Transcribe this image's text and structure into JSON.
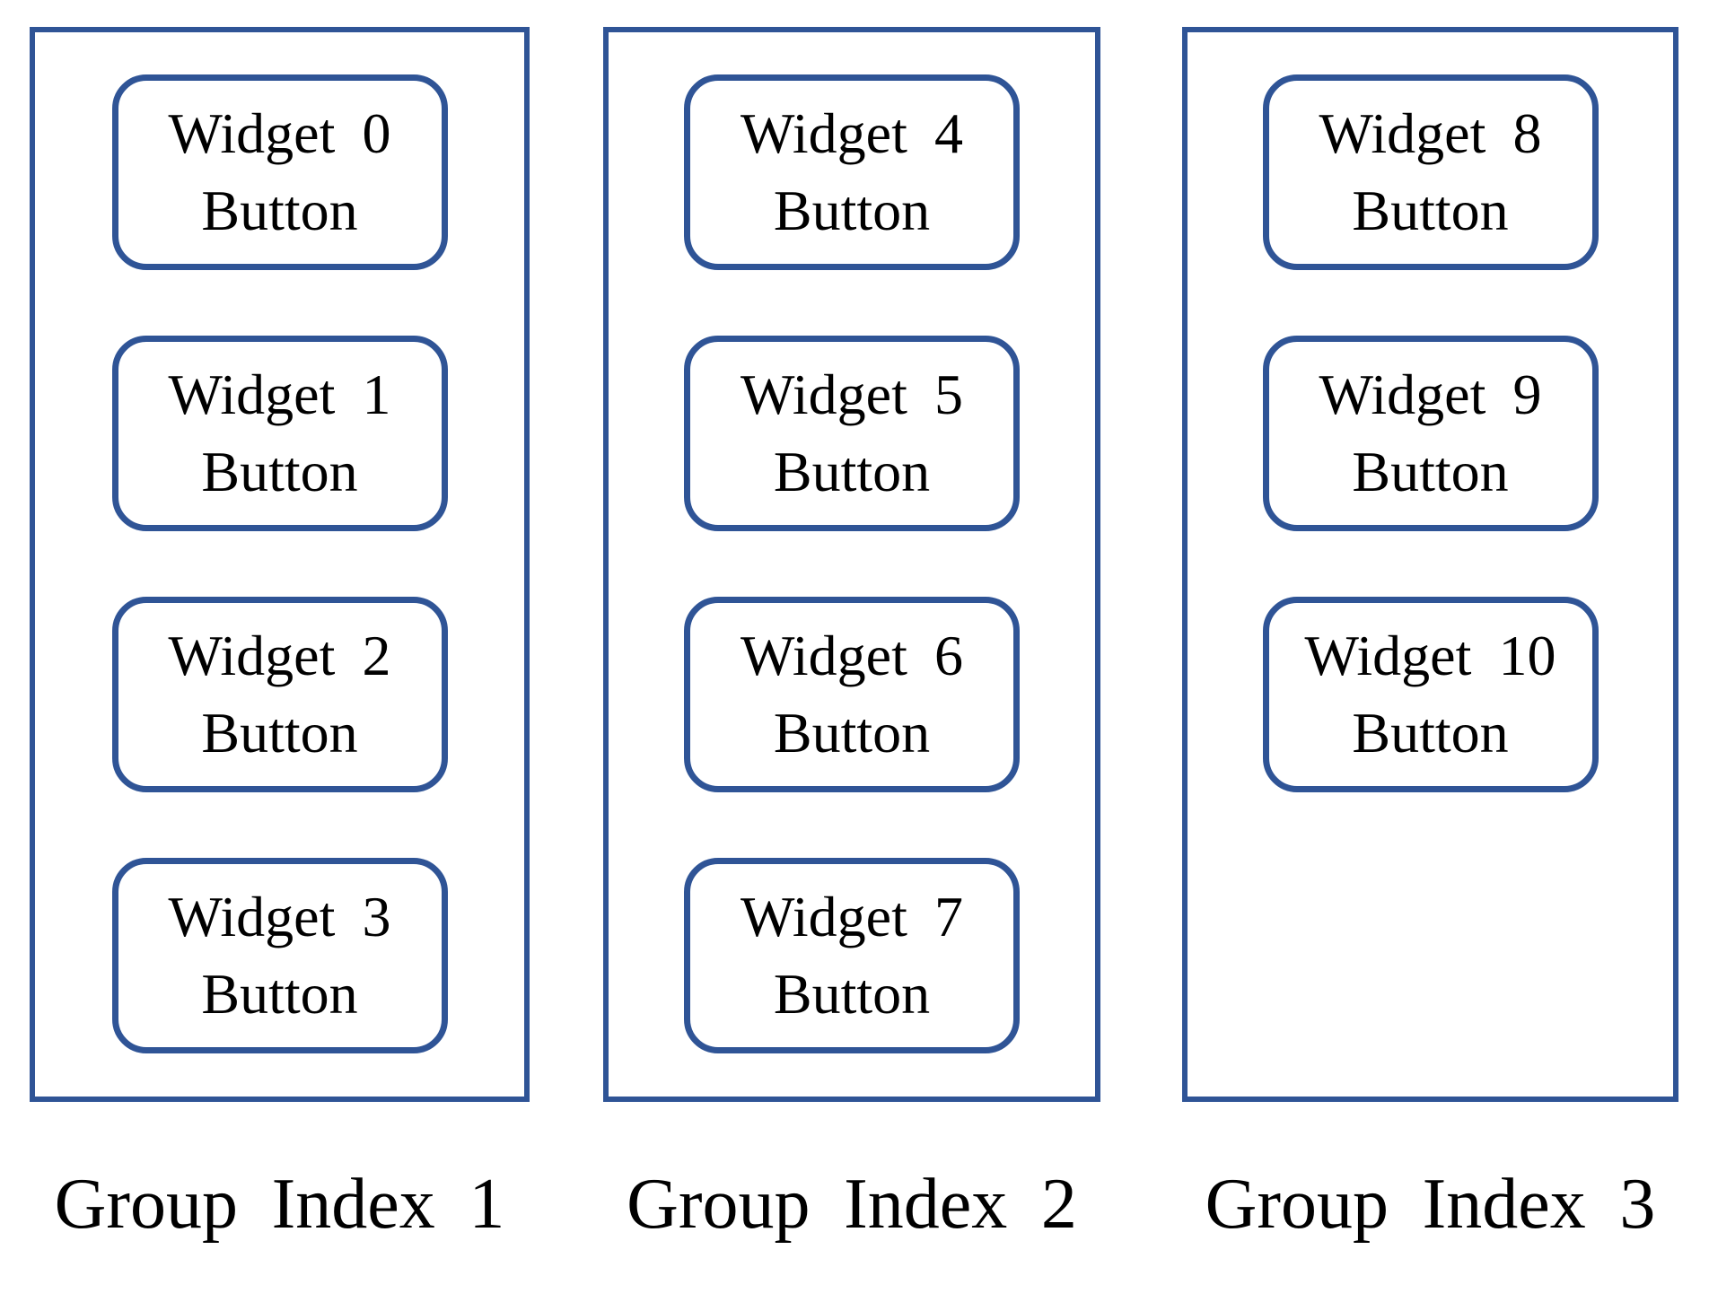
{
  "diagram": {
    "accent_color": "#2F5496",
    "text_color": "#000000",
    "background_color": "#FFFFFF"
  },
  "groups": [
    {
      "label": "Group Index 1",
      "widgets": [
        {
          "line1": "Widget 0",
          "line2": "Button"
        },
        {
          "line1": "Widget 1",
          "line2": "Button"
        },
        {
          "line1": "Widget 2",
          "line2": "Button"
        },
        {
          "line1": "Widget 3",
          "line2": "Button"
        }
      ]
    },
    {
      "label": "Group Index 2",
      "widgets": [
        {
          "line1": "Widget 4",
          "line2": "Button"
        },
        {
          "line1": "Widget 5",
          "line2": "Button"
        },
        {
          "line1": "Widget 6",
          "line2": "Button"
        },
        {
          "line1": "Widget 7",
          "line2": "Button"
        }
      ]
    },
    {
      "label": "Group Index 3",
      "widgets": [
        {
          "line1": "Widget 8",
          "line2": "Button"
        },
        {
          "line1": "Widget 9",
          "line2": "Button"
        },
        {
          "line1": "Widget 10",
          "line2": "Button"
        }
      ]
    }
  ]
}
